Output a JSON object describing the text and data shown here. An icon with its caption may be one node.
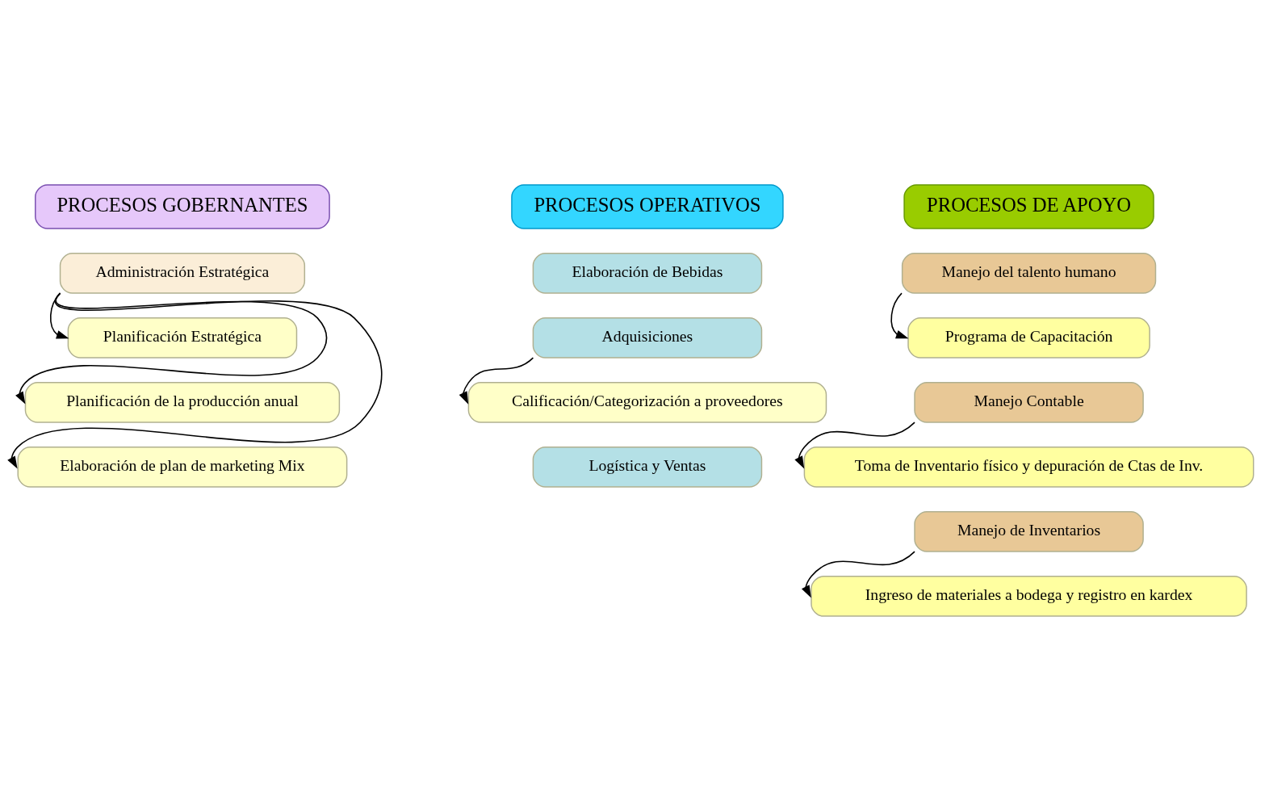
{
  "diagram": {
    "nodes": [
      {
        "text": [
          "PROCESOS GOBERNANTES"
        ]
      },
      {
        "text": [
          "PROCESOS OPERATIVOS"
        ]
      },
      {
        "text": [
          "PROCESOS DE APOYO"
        ]
      },
      {
        "text": [
          "Administración Estratégica"
        ]
      },
      {
        "text": [
          "Planificación Estratégica"
        ]
      },
      {
        "text": [
          "Planificación de la producción anual"
        ]
      },
      {
        "text": [
          "Elaboración de plan de marketing Mix"
        ]
      },
      {
        "text": [
          "Elaboración de Bebidas"
        ]
      },
      {
        "text": [
          "Adquisiciones"
        ]
      },
      {
        "text": [
          "Calificación/Categorización a proveedores"
        ]
      },
      {
        "text": [
          "Logística y Ventas"
        ]
      },
      {
        "text": [
          "Manejo del talento humano"
        ]
      },
      {
        "text": [
          "Programa de Capacitación"
        ]
      },
      {
        "text": [
          "Manejo Contable"
        ]
      },
      {
        "text": [
          "Toma de Inventario físico y depuración de Ctas de Inv."
        ]
      },
      {
        "text": [
          "Manejo de Inventarios"
        ]
      },
      {
        "text": [
          "Ingreso de materiales a bodega y registro en kardex"
        ]
      }
    ],
    "edges": [
      {
        "from": 3,
        "to": 4,
        "arrow": "to"
      },
      {
        "from": 3,
        "to": 5,
        "arrow": "to"
      },
      {
        "from": 3,
        "to": 6,
        "arrow": "to"
      },
      {
        "from": 8,
        "to": 9,
        "arrow": "to"
      },
      {
        "from": 11,
        "to": 12,
        "arrow": "to"
      },
      {
        "from": 13,
        "to": 14,
        "arrow": "to"
      },
      {
        "from": 15,
        "to": 16,
        "arrow": "to"
      }
    ]
  }
}
